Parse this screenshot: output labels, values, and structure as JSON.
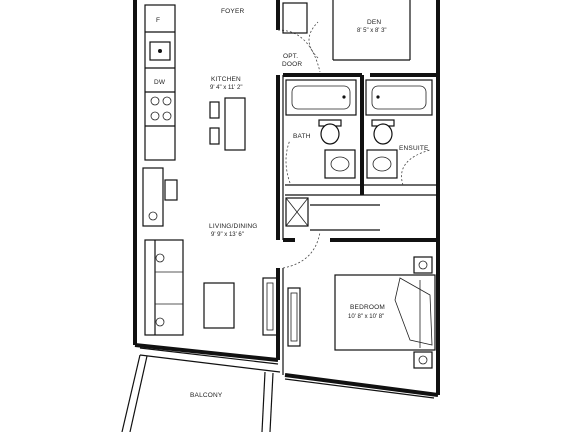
{
  "rooms": {
    "foyer": {
      "name": "FOYER"
    },
    "den": {
      "name": "DEN",
      "dims": "8' 5\" x 8' 3\""
    },
    "opt_door": {
      "line1": "OPT.",
      "line2": "DOOR"
    },
    "kitchen": {
      "name": "KITCHEN",
      "dims": "9' 4\" x 11' 2\""
    },
    "bath": {
      "name": "BATH"
    },
    "ensuite": {
      "name": "ENSUITE"
    },
    "living": {
      "name": "LIVING/DINING",
      "dims": "9' 9\" x 13' 6\""
    },
    "bedroom": {
      "name": "BEDROOM",
      "dims": "10' 8\" x 10' 8\""
    },
    "balcony": {
      "name": "BALCONY"
    }
  },
  "fixtures": {
    "fridge": {
      "label": "F"
    },
    "dishwasher": {
      "label": "DW"
    }
  }
}
